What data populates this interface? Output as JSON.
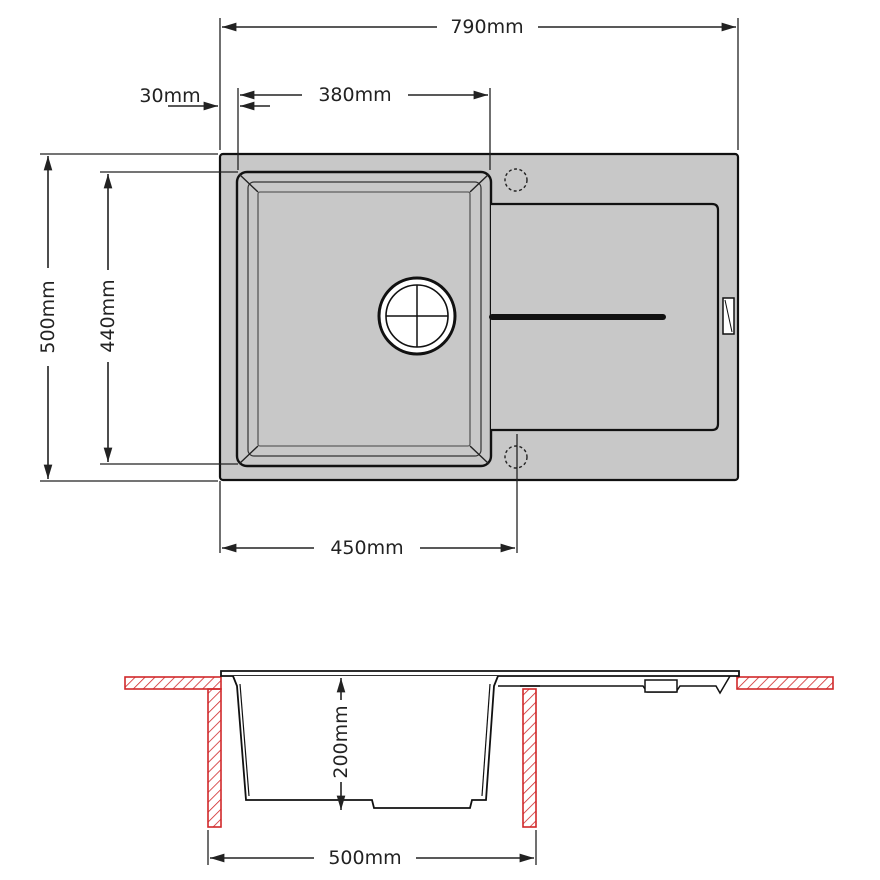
{
  "dimensions": {
    "overall_width": "790mm",
    "edge_offset": "30mm",
    "bowl_width": "380mm",
    "overall_depth": "500mm",
    "bowl_depth": "440mm",
    "cutout_width": "450mm",
    "bowl_height": "200mm",
    "cabinet_width": "500mm"
  },
  "colors": {
    "sink_fill": "#c8c8c8",
    "outline": "#111111",
    "worktop_hatch": "#d0282a"
  }
}
